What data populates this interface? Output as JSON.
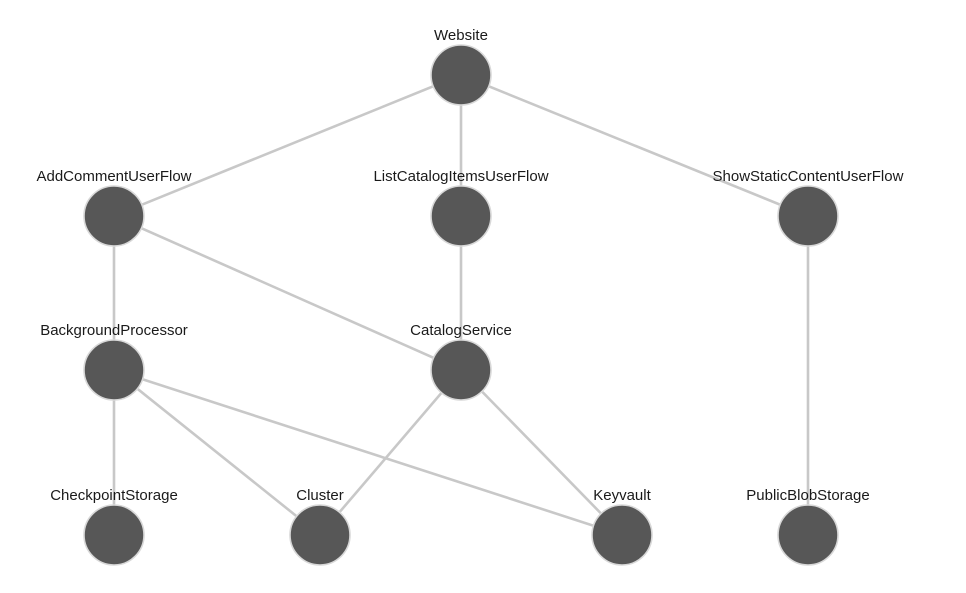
{
  "colors": {
    "node_fill": "#575757",
    "edge": "#c8c8c8",
    "label": "#1a1a1a",
    "background": "#ffffff"
  },
  "nodes": [
    {
      "id": "website",
      "label": "Website"
    },
    {
      "id": "addcomment",
      "label": "AddCommentUserFlow"
    },
    {
      "id": "listcatalog",
      "label": "ListCatalogItemsUserFlow"
    },
    {
      "id": "showstatic",
      "label": "ShowStaticContentUserFlow"
    },
    {
      "id": "background",
      "label": "BackgroundProcessor"
    },
    {
      "id": "catalogservice",
      "label": "CatalogService"
    },
    {
      "id": "checkpoint",
      "label": "CheckpointStorage"
    },
    {
      "id": "cluster",
      "label": "Cluster"
    },
    {
      "id": "keyvault",
      "label": "Keyvault"
    },
    {
      "id": "publicblob",
      "label": "PublicBlobStorage"
    }
  ],
  "edges": [
    [
      "website",
      "addcomment"
    ],
    [
      "website",
      "listcatalog"
    ],
    [
      "website",
      "showstatic"
    ],
    [
      "addcomment",
      "background"
    ],
    [
      "addcomment",
      "catalogservice"
    ],
    [
      "listcatalog",
      "catalogservice"
    ],
    [
      "showstatic",
      "publicblob"
    ],
    [
      "background",
      "checkpoint"
    ],
    [
      "background",
      "cluster"
    ],
    [
      "background",
      "keyvault"
    ],
    [
      "catalogservice",
      "cluster"
    ],
    [
      "catalogservice",
      "keyvault"
    ]
  ]
}
